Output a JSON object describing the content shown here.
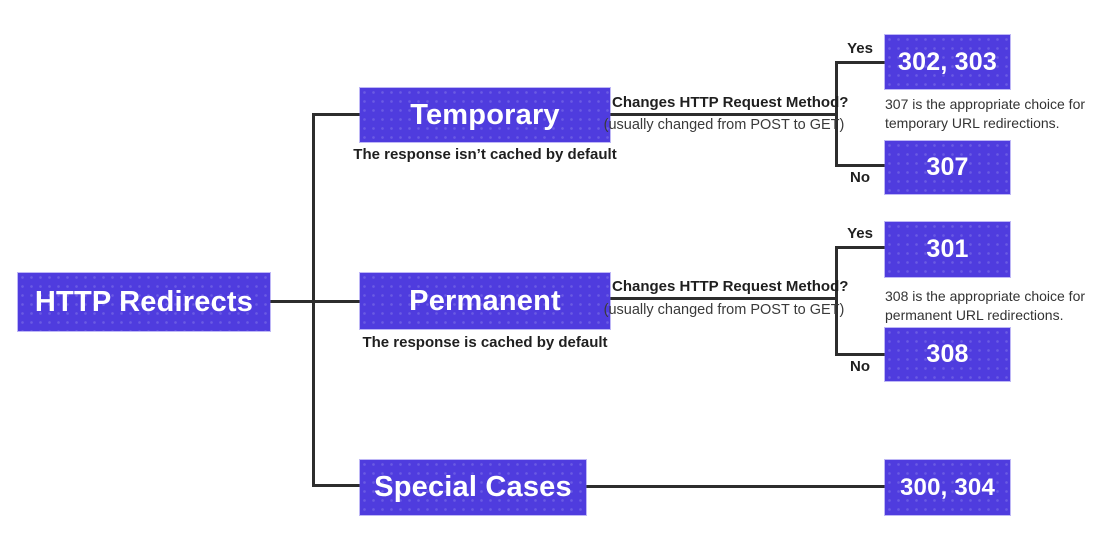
{
  "colors": {
    "accent": "#4F3CDE",
    "line": "#2d2d2d",
    "text": "#1f1f1f"
  },
  "root": {
    "label": "HTTP Redirects"
  },
  "branches": [
    {
      "label": "Temporary",
      "caption": "The response isn’t cached by default",
      "question": "Changes HTTP Request Method?",
      "question_note": "(usually changed from POST to GET)",
      "yes_label": "Yes",
      "no_label": "No",
      "yes_result": "302, 303",
      "no_result": "307",
      "note": "307 is the appropriate choice for temporary URL redirections."
    },
    {
      "label": "Permanent",
      "caption": "The response is cached by default",
      "question": "Changes HTTP Request Method?",
      "question_note": "(usually changed from POST to GET)",
      "yes_label": "Yes",
      "no_label": "No",
      "yes_result": "301",
      "no_result": "308",
      "note": "308 is the appropriate choice for permanent URL redirections."
    },
    {
      "label": "Special Cases",
      "result": "300, 304"
    }
  ]
}
